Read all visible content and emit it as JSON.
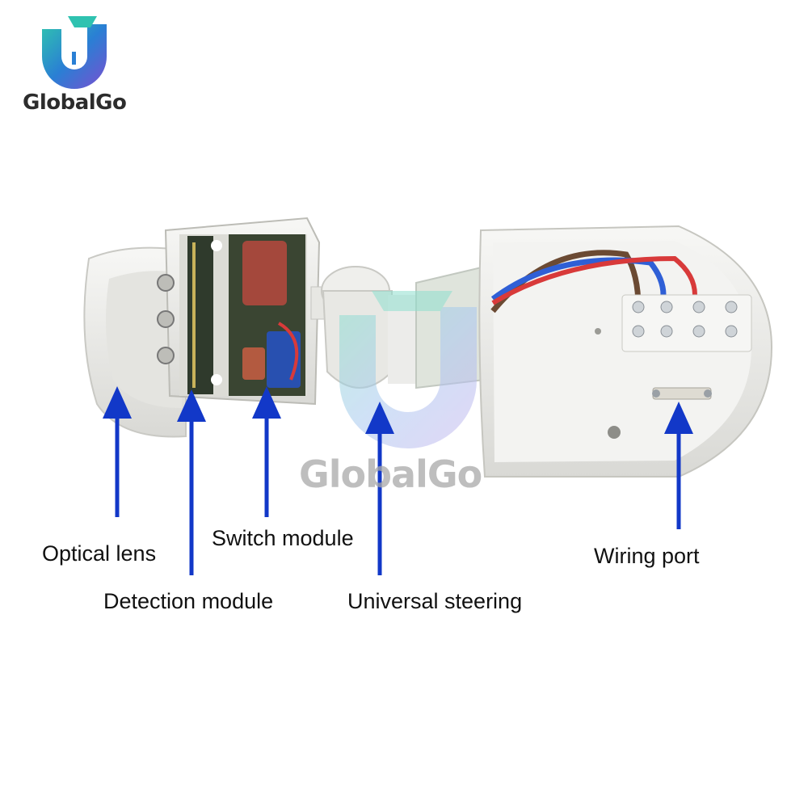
{
  "brand": {
    "name": "GlobalGo",
    "watermark": "GlobalGo"
  },
  "callouts": [
    {
      "id": "optical-lens",
      "label": "Optical lens"
    },
    {
      "id": "detection-module",
      "label": "Detection module"
    },
    {
      "id": "switch-module",
      "label": "Switch module"
    },
    {
      "id": "universal-steering",
      "label": "Universal steering"
    },
    {
      "id": "wiring-port",
      "label": "Wiring port"
    }
  ],
  "colors": {
    "arrow": "#1238c8",
    "housing": "#efefec",
    "capacitor": "#a4483c",
    "pcb": "#2f3a2c",
    "wire_brown": "#6b4a33",
    "wire_blue": "#2f5fd6",
    "wire_red": "#d83a3a"
  }
}
